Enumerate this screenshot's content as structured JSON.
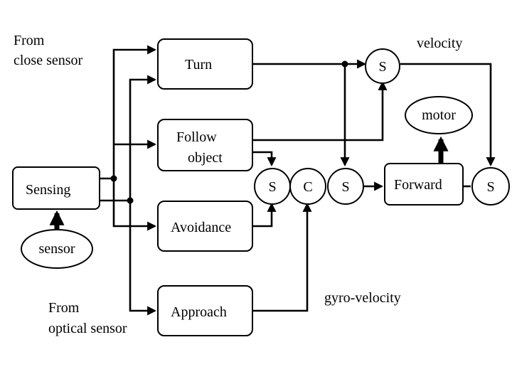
{
  "labels": {
    "from_close_line1": "From",
    "from_close_line2": "close sensor",
    "velocity": "velocity",
    "motor": "motor",
    "sensing": "Sensing",
    "sensor": "sensor",
    "from_optical_line1": "From",
    "from_optical_line2": "optical sensor",
    "gyro_velocity": "gyro-velocity"
  },
  "behaviors": {
    "turn": "Turn",
    "follow_line1": "Follow",
    "follow_line2": "object",
    "avoidance": "Avoidance",
    "approach": "Approach",
    "forward": "Forward"
  },
  "nodes": {
    "s_top": "S",
    "s_left": "S",
    "c": "C",
    "s_mid": "S",
    "s_right": "S"
  }
}
